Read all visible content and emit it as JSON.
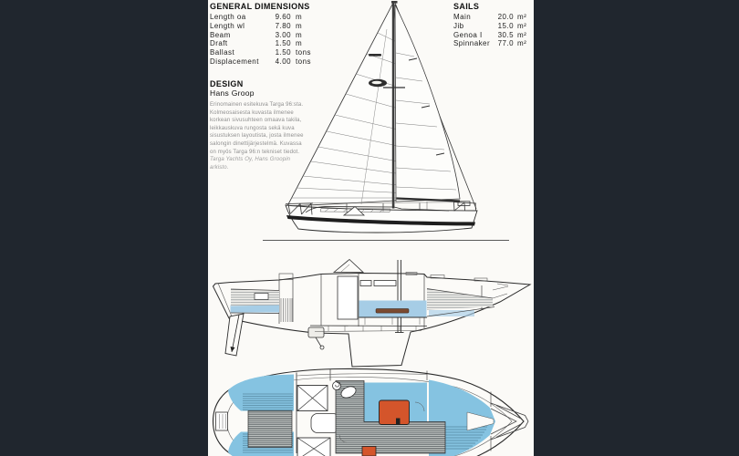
{
  "page": {
    "type": "scanned yacht brochure page",
    "boat": "Targa 96 sailing yacht specification sheet"
  },
  "colors": {
    "canvas_background": "#20262e",
    "page_background": "#fbfaf7",
    "ink": "#1c1c1c",
    "muted_text": "#8f8f8f",
    "plan_blue": "#85c3e1",
    "section_blue": "#a6cde6",
    "table_orange": "#d4552b",
    "bar_brown": "#7a4a30",
    "hull_band_black": "#1e1e1e"
  },
  "general_dimensions": {
    "title": "GENERAL DIMENSIONS",
    "rows": [
      {
        "label": "Length oa",
        "value": "9.60",
        "unit": "m"
      },
      {
        "label": "Length wl",
        "value": "7.80",
        "unit": "m"
      },
      {
        "label": "Beam",
        "value": "3.00",
        "unit": "m"
      },
      {
        "label": "Draft",
        "value": "1.50",
        "unit": "m"
      },
      {
        "label": "Ballast",
        "value": "1.50",
        "unit": "tons"
      },
      {
        "label": "Displacement",
        "value": "4.00",
        "unit": "tons"
      }
    ]
  },
  "sails": {
    "title": "SAILS",
    "rows": [
      {
        "label": "Main",
        "value": "20.0",
        "unit": "m²"
      },
      {
        "label": "Jib",
        "value": "15.0",
        "unit": "m²"
      },
      {
        "label": "Genoa I",
        "value": "30.5",
        "unit": "m²"
      },
      {
        "label": "Spinnaker",
        "value": "77.0",
        "unit": "m²"
      }
    ]
  },
  "design": {
    "title": "DESIGN",
    "designer": "Hans Groop",
    "note_lines": [
      "Erinomainen esitekuva Targa 96:sta.",
      "Kolmeosaisesta kuvasta ilmenee",
      "korkean sivusuhteen omaava takila,",
      "leikkauskuva rungosta sekä kuva",
      "sisustuksen layoutista, josta ilmenee",
      "salongin dinettijärjestelmä. Kuvassa",
      "on myös Targa 96:n tekniset tiedot.",
      "Targa Yachts Oy, Hans Groopin arkisto."
    ]
  },
  "drawings": {
    "sail_plan": "side view sail plan: masthead sloop, large genoa forward, mainsail aft, hull with dark sheer band",
    "hull_section": "longitudinal cutaway of hull interior, stern left / bow right, berths striped, settees blue, fin keel and rudder",
    "interior_plan": "deck-level interior layout plan, stern left / bow right, blue berths, orange dinette table, hatched sole"
  }
}
